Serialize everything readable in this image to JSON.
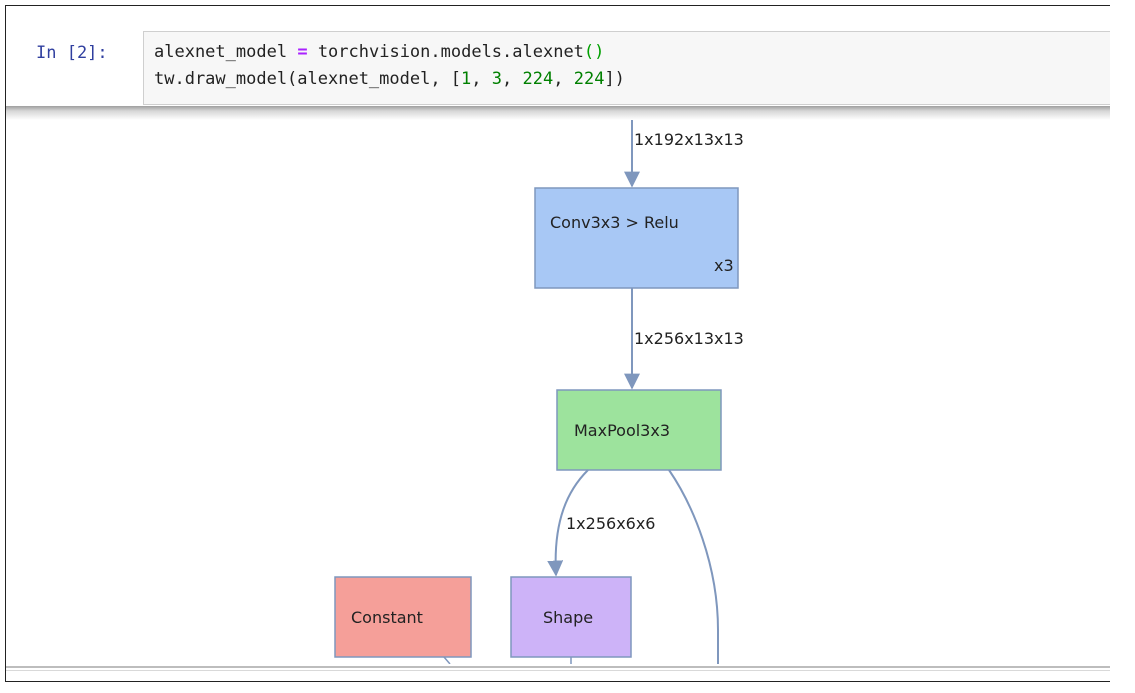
{
  "cell": {
    "prompt": "In [2]:",
    "code": {
      "line1": {
        "var": "alexnet_model",
        "op": "=",
        "call": "torchvision.models.alexnet",
        "parens": "()"
      },
      "line2": {
        "call": "tw.draw_model(alexnet_model, [",
        "n1": "1",
        "sep1": ", ",
        "n2": "3",
        "sep2": ", ",
        "n3": "224",
        "sep3": ", ",
        "n4": "224",
        "tail": "])"
      }
    }
  },
  "graph": {
    "nodes": {
      "conv": {
        "label": "Conv3x3 > Relu",
        "repeat": "x3",
        "color": "#a8c8f5"
      },
      "maxpool": {
        "label": "MaxPool3x3",
        "color": "#9de39d"
      },
      "constant": {
        "label": "Constant",
        "color": "#f59f99"
      },
      "shape": {
        "label": "Shape",
        "color": "#cdb3f8"
      }
    },
    "edges": {
      "in_conv": "1x192x13x13",
      "conv_pool": "1x256x13x13",
      "pool_shape": "1x256x6x6"
    },
    "edge_color": "#7f97bd"
  }
}
